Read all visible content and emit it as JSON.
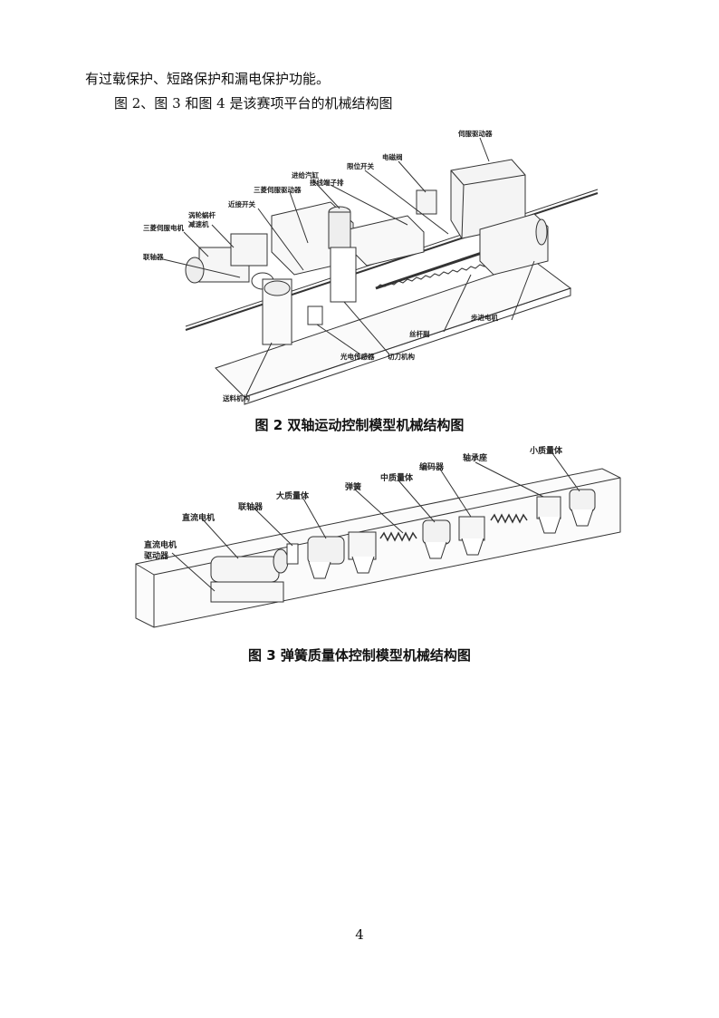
{
  "text": {
    "line1": "有过载保护、短路保护和漏电保护功能。",
    "line2": "图 2、图 3 和图 4 是该赛项平台的机械结构图"
  },
  "figure2": {
    "caption": "图 2 双轴运动控制模型机械结构图",
    "labels": {
      "servo_driver_top": "伺服驱动器",
      "solenoid_valve": "电磁阀",
      "limit_switch": "限位开关",
      "feed_cylinder": "进给汽缸",
      "connector_row": "接线端子排",
      "three_phase_servo_driver": "三菱伺服驱动器",
      "proximity_switch": "近接开关",
      "worm_reducer_1": "涡轮蜗杆",
      "worm_reducer_2": "减速机",
      "three_phase_servo_motor": "三菱伺服电机",
      "coupling": "联轴器",
      "stepper_motor": "步进电机",
      "lead_screw": "丝杆副",
      "photo_sensor": "光电传感器",
      "cutter": "切刀机构",
      "feeder": "送料机构"
    }
  },
  "figure3": {
    "caption": "图 3 弹簧质量体控制模型机械结构图",
    "labels": {
      "small_mass": "小质量体",
      "bearing_seat": "轴承座",
      "encoder": "编码器",
      "medium_mass": "中质量体",
      "spring": "弹簧",
      "large_mass": "大质量体",
      "coupling": "联轴器",
      "dc_motor": "直流电机",
      "dc_driver_1": "直流电机",
      "dc_driver_2": "驱动器"
    }
  },
  "page_number": "4"
}
